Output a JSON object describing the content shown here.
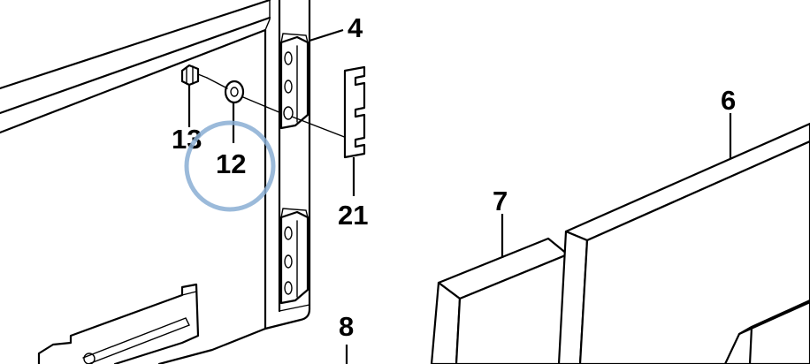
{
  "callouts": [
    {
      "id": "4",
      "label": "4"
    },
    {
      "id": "6",
      "label": "6"
    },
    {
      "id": "7",
      "label": "7"
    },
    {
      "id": "8",
      "label": "8"
    },
    {
      "id": "12",
      "label": "12"
    },
    {
      "id": "13",
      "label": "13"
    },
    {
      "id": "21",
      "label": "21"
    }
  ],
  "highlight": {
    "target": "12",
    "color": "#8aaed3"
  }
}
